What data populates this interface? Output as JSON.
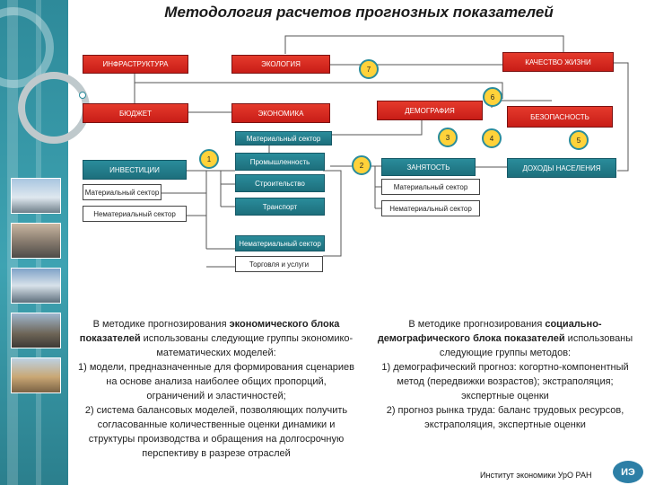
{
  "title": "Методология расчетов прогнозных показателей",
  "nodes": {
    "infrastructure": "ИНФРАСТРУКТУРА",
    "ecology": "ЭКОЛОГИЯ",
    "quality_of_life": "КАЧЕСТВО ЖИЗНИ",
    "budget": "БЮДЖЕТ",
    "economy": "ЭКОНОМИКА",
    "demography": "ДЕМОГРАФИЯ",
    "security": "БЕЗОПАСНОСТЬ",
    "material_sector_top": "Материальный сектор",
    "investments": "ИНВЕСТИЦИИ",
    "material_sector_left": "Материальный сектор",
    "nonmaterial_sector_left": "Нематериальный сектор",
    "industry": "Промышленность",
    "construction": "Строительство",
    "transport": "Транспорт",
    "employment": "ЗАНЯТОСТЬ",
    "income": "ДОХОДЫ НАСЕЛЕНИЯ",
    "material_sector_right": "Материальный сектор",
    "nonmaterial_sector_right": "Нематериальный сектор",
    "nonmaterial_sector_bottom": "Нематериальный сектор",
    "trade": "Торговля и услуги"
  },
  "markers": {
    "m1": "1",
    "m2": "2",
    "m3": "3",
    "m4": "4",
    "m5": "5",
    "m6": "6",
    "m7": "7"
  },
  "left_text": {
    "intro_a": "В методике прогнозирования ",
    "intro_bold": "экономического блока показателей",
    "intro_b": " использованы следующие группы экономико-математических моделей:",
    "item1": "1)   модели, предназначенные для формирования сценариев на основе анализа наиболее общих пропорций, ограничений и эластичностей;",
    "item2": "2)   система балансовых моделей, позволяющих получить согласованные количественные оценки динамики и структуры производства и обращения на долгосрочную перспективу в разрезе отраслей"
  },
  "right_text": {
    "intro_a": "В методике прогнозирования ",
    "intro_bold": "социально-демографического блока показателей",
    "intro_b": " использованы следующие группы методов:",
    "item1": "1)   демографический прогноз: когортно-компонентный метод (передвижки возрастов); экстраполяция; экспертные оценки",
    "item2": "2)   прогноз рынка труда: баланс трудовых ресурсов, экстраполяция, экспертные оценки"
  },
  "footer": "Институт экономики УрО РАН",
  "logo_text": "ИЭ"
}
